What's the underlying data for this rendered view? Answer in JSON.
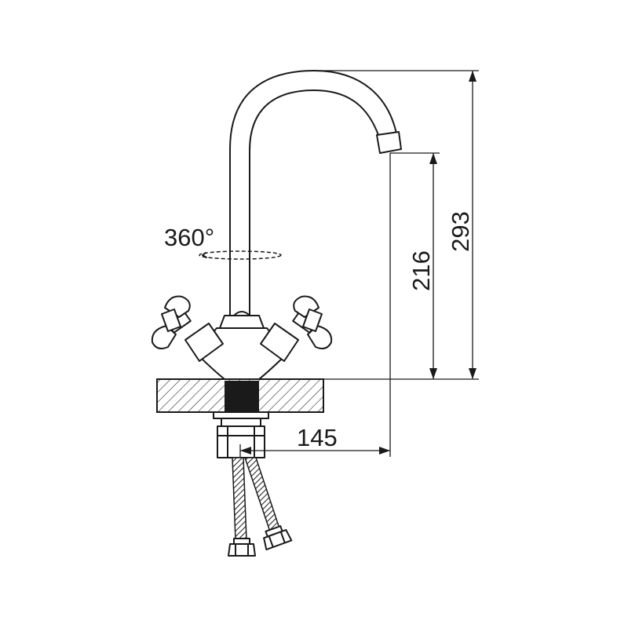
{
  "diagram": {
    "rotation_label": "360°",
    "dimensions": {
      "total_height": "293",
      "spout_height": "216",
      "spout_reach": "145"
    },
    "colors": {
      "line": "#1a1a1a",
      "background": "#ffffff"
    }
  }
}
